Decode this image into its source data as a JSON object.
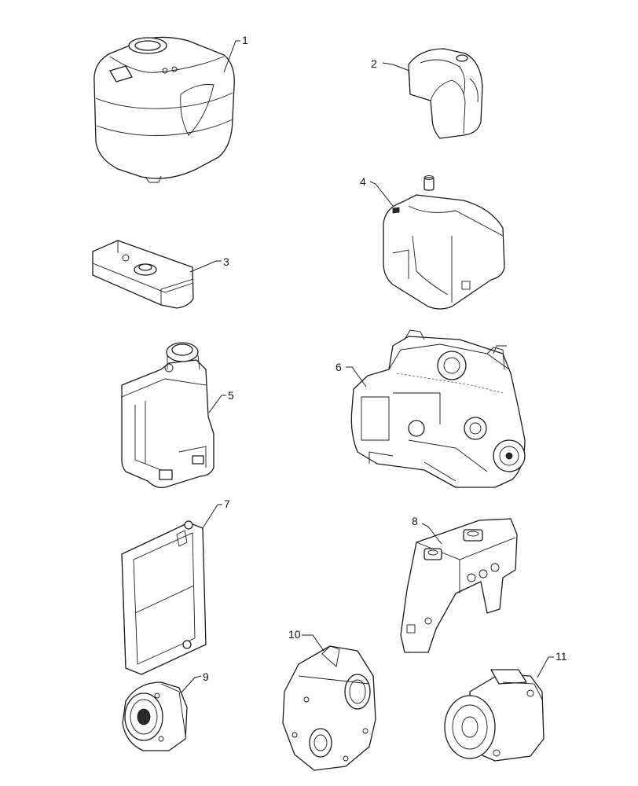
{
  "callouts": [
    {
      "id": "1",
      "label": "1",
      "part": "tank"
    },
    {
      "id": "2",
      "label": "2",
      "part": "cover"
    },
    {
      "id": "3",
      "label": "3",
      "part": "tank"
    },
    {
      "id": "4",
      "label": "4",
      "part": "tank"
    },
    {
      "id": "5",
      "label": "5",
      "part": "tank"
    },
    {
      "id": "6",
      "label": "6",
      "part": "engine"
    },
    {
      "id": "7",
      "label": "7",
      "part": "radiator"
    },
    {
      "id": "8",
      "label": "8",
      "part": "bracket"
    },
    {
      "id": "9",
      "label": "9",
      "part": "drive"
    },
    {
      "id": "10",
      "label": "10",
      "part": "housing"
    },
    {
      "id": "11",
      "label": "11",
      "part": "compressor"
    }
  ]
}
